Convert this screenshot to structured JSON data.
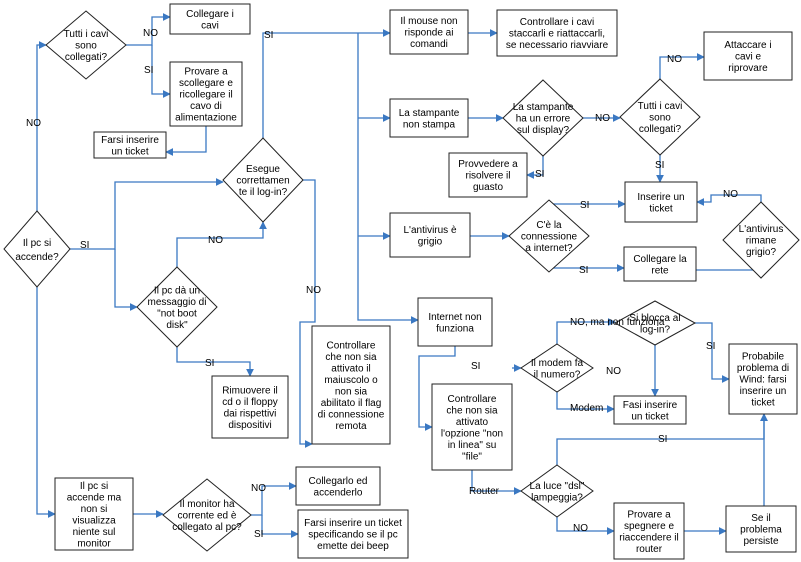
{
  "nodes": [
    {
      "id": "pc_acc",
      "label": [
        "Il pc si",
        "accende?"
      ]
    },
    {
      "id": "cavi1",
      "label": [
        "Tutti i cavi",
        "sono",
        "collegati?"
      ]
    },
    {
      "id": "coll_cavi",
      "label": [
        "Collegare i",
        "cavi"
      ]
    },
    {
      "id": "provare",
      "label": [
        "Provare a",
        "scollegare e",
        "ricollegare il",
        "cavo di",
        "alimentazione"
      ]
    },
    {
      "id": "ticket1",
      "label": [
        "Farsi inserire",
        "un ticket"
      ]
    },
    {
      "id": "login",
      "label": [
        "Esegue",
        "correttamen",
        "te il log-in?"
      ]
    },
    {
      "id": "notboot",
      "label": [
        "Il pc dà un",
        "messaggio di",
        "\"not boot",
        "disk\""
      ]
    },
    {
      "id": "floppy",
      "label": [
        "Rimuovere il",
        "cd o il floppy",
        "dai rispettivi",
        "dispositivi"
      ]
    },
    {
      "id": "maiusc",
      "label": [
        "Controllare",
        "che non sia",
        "attivato il",
        "maiuscolo o",
        "non sia",
        "abilitato il flag",
        "di connessione",
        "remota"
      ]
    },
    {
      "id": "mouse",
      "label": [
        "Il mouse non",
        "risponde ai",
        "comandi"
      ]
    },
    {
      "id": "ctrl_cavi",
      "label": [
        "Controllare i cavi",
        "staccarli e riattaccarli,",
        "se necessario riavviare"
      ]
    },
    {
      "id": "stamp",
      "label": [
        "La stampante",
        "non stampa"
      ]
    },
    {
      "id": "errore",
      "label": [
        "La stampante",
        "ha un errore",
        "sul display?"
      ]
    },
    {
      "id": "cavi2",
      "label": [
        "Tutti i cavi",
        "sono",
        "collegati?"
      ]
    },
    {
      "id": "attaccare",
      "label": [
        "Attaccare i",
        "cavi e",
        "riprovare"
      ]
    },
    {
      "id": "provv",
      "label": [
        "Provvedere a",
        "risolvere il",
        "guasto"
      ]
    },
    {
      "id": "ticket2",
      "label": [
        "Inserire un",
        "ticket"
      ]
    },
    {
      "id": "antiv",
      "label": [
        "L'antivirus è",
        "grigio"
      ]
    },
    {
      "id": "conn",
      "label": [
        "C'è la",
        "connessione",
        "a internet?"
      ]
    },
    {
      "id": "antiv2",
      "label": [
        "L'antivirus",
        "rimane",
        "grigio?"
      ]
    },
    {
      "id": "coll_rete",
      "label": [
        "Collegare la",
        "rete"
      ]
    },
    {
      "id": "internet",
      "label": [
        "Internet non",
        "funziona"
      ]
    },
    {
      "id": "nonlinea",
      "label": [
        "Controllare",
        "che non sia",
        "attivato",
        "l'opzione \"non",
        "in linea\" su",
        "\"file\""
      ]
    },
    {
      "id": "modem",
      "label": [
        "Il modem fa",
        "il numero?"
      ]
    },
    {
      "id": "blocca",
      "label": [
        "Si blocca al",
        "log-in?"
      ]
    },
    {
      "id": "wind",
      "label": [
        "Probabile",
        "problema di",
        "Wind: farsi",
        "inserire un",
        "ticket"
      ]
    },
    {
      "id": "ticket3",
      "label": [
        "Fasi inserire",
        "un ticket"
      ]
    },
    {
      "id": "dsl",
      "label": [
        "La luce \"dsl\"",
        "lampeggia?"
      ]
    },
    {
      "id": "router",
      "label": [
        "Provare a",
        "spegnere e",
        "riaccendere il",
        "router"
      ]
    },
    {
      "id": "persiste",
      "label": [
        "Se il",
        "problema",
        "persiste"
      ]
    },
    {
      "id": "nomon",
      "label": [
        "Il pc si",
        "accende ma",
        "non si",
        "visualizza",
        "niente sul",
        "monitor"
      ]
    },
    {
      "id": "monitor",
      "label": [
        "Il monitor ha",
        "corrente ed è",
        "collegato al pc?"
      ]
    },
    {
      "id": "accend",
      "label": [
        "Collegarlo ed",
        "accenderlo"
      ]
    },
    {
      "id": "beep",
      "label": [
        "Farsi inserire un ticket",
        "specificando se il pc",
        "emette dei beep"
      ]
    }
  ],
  "edge_labels": [
    "NO",
    "NO",
    "SI",
    "SI",
    "SI",
    "NO",
    "SI",
    "NO",
    "NO",
    "NO",
    "SI",
    "SI",
    "SI",
    "SI",
    "NO",
    "SI",
    "NO, ma non funziona",
    "SI",
    "NO",
    "Modem",
    "Router",
    "SI",
    "NO",
    "NO",
    "SI"
  ]
}
